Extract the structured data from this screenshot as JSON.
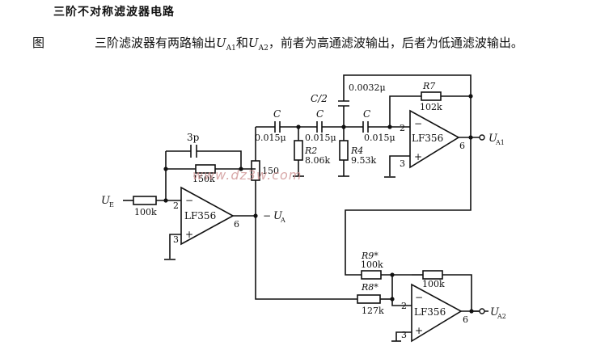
{
  "title": "三阶不对称滤波器电路",
  "figure_label": "图",
  "caption": {
    "pre": "三阶滤波器有两路输出",
    "u_a1_main": "U",
    "u_a1_sub": "A1",
    "mid": "和",
    "u_a2_main": "U",
    "u_a2_sub": "A2",
    "post": "，前者为高通滤波输出，后者为低通滤波输出。"
  },
  "watermark": "www.dz3w.com",
  "components": {
    "cap_3p": "3p",
    "r_150k": "150k",
    "r_in_100k": "100k",
    "input_main": "U",
    "input_sub": "E",
    "opamp1": "LF356",
    "opamp1_pin_inv": "2",
    "opamp1_pin_noninv": "3",
    "opamp1_pin_out": "6",
    "opamp1_minus": "−",
    "opamp1_plus": "+",
    "r_150": "150",
    "ua_label_dash": "−",
    "ua_main": "U",
    "ua_sub": "A",
    "c1_name": "C",
    "c1_value": "0.015μ",
    "c2_name": "C",
    "c2_value": "0.015μ",
    "c3_name": "C",
    "c3_value": "0.015μ",
    "c_half_name": "C/2",
    "c_half_value": "0.0032μ",
    "r2_name": "R2",
    "r2_value": "8.06k",
    "r4_name": "R4",
    "r4_value": "9.53k",
    "r7_name": "R7",
    "r7_value": "102k",
    "opamp2": "LF356",
    "opamp2_pin_inv": "2",
    "opamp2_pin_noninv": "3",
    "opamp2_pin_out": "6",
    "opamp2_minus": "−",
    "opamp2_plus": "+",
    "ua1_main": "U",
    "ua1_sub": "A1",
    "r9_name": "R9*",
    "r9_value": "100k",
    "r_fb_100k": "100k",
    "r8_name": "R8*",
    "r8_value": "127k",
    "opamp3": "LF356",
    "opamp3_pin_inv": "2",
    "opamp3_pin_noninv": "3",
    "opamp3_pin_out": "6",
    "opamp3_minus": "−",
    "opamp3_plus": "+",
    "ua2_main": "U",
    "ua2_sub": "A2"
  }
}
